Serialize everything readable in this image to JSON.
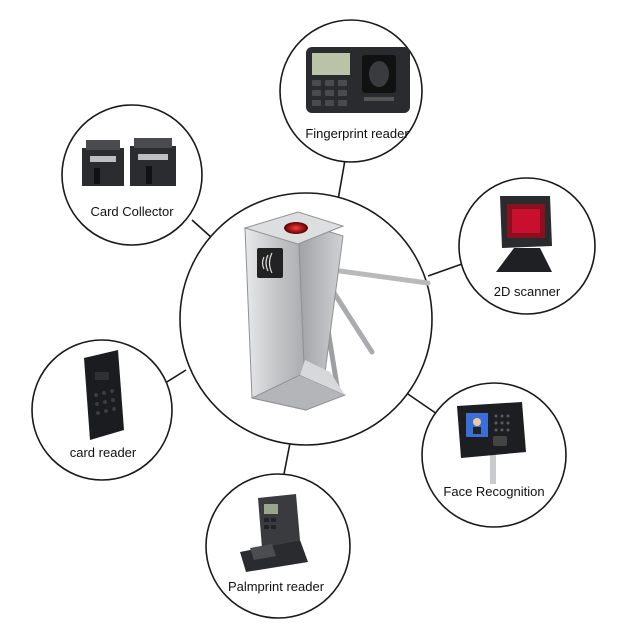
{
  "center": {
    "name": "tripod-turnstile"
  },
  "peripherals": [
    {
      "id": "fingerprint",
      "label": "Fingerprint reader"
    },
    {
      "id": "card-collector",
      "label": "Card Collector"
    },
    {
      "id": "scanner",
      "label": "2D scanner"
    },
    {
      "id": "card-reader",
      "label": "card reader"
    },
    {
      "id": "face",
      "label": "Face Recognition"
    },
    {
      "id": "palmprint",
      "label": "Palmprint reader"
    }
  ],
  "colors": {
    "ring": "#1a1a1a",
    "steel": "#c9cbcd",
    "device": "#1e1f22",
    "accent_red": "#c8102e"
  }
}
